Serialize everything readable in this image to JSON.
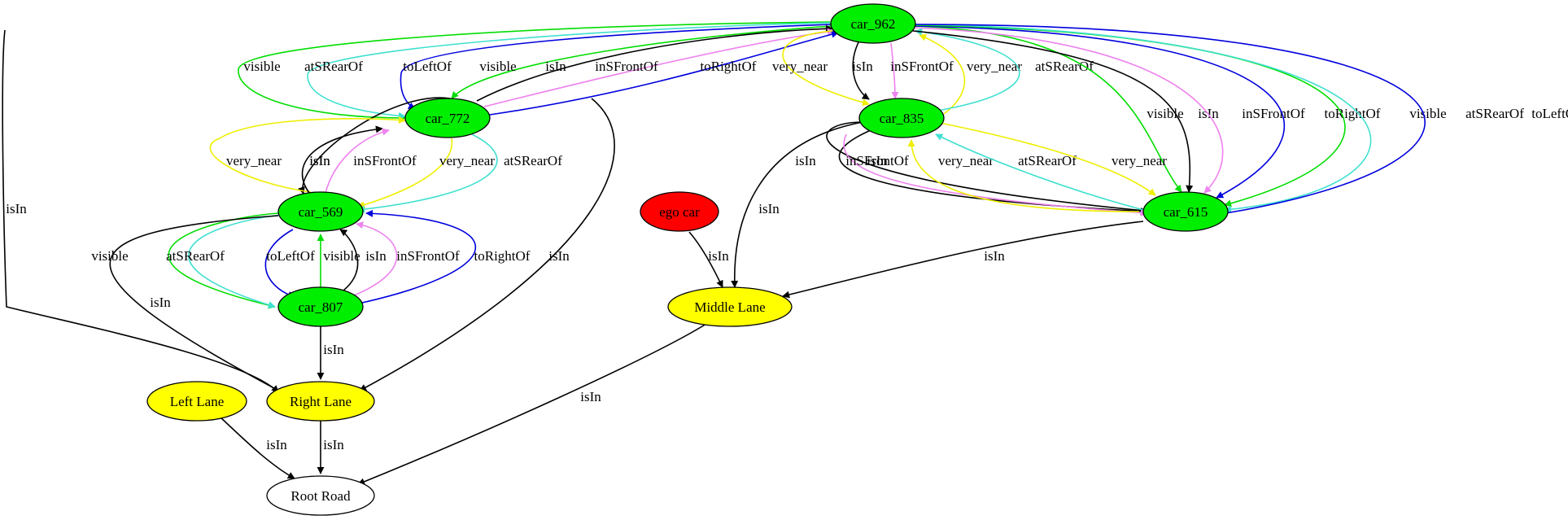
{
  "colors": {
    "green": "#00ee00",
    "red": "#ff0000",
    "yellow": "#ffff00",
    "white": "#ffffff",
    "black": "#000000",
    "blue": "#0000dd",
    "edge_green": "#00dd00",
    "turquoise": "#40e0d0",
    "violet": "#ee82ee",
    "edge_yellow": "#eeee00"
  },
  "nodes": [
    {
      "id": "car_962",
      "label": "car_962",
      "fill": "green"
    },
    {
      "id": "car_772",
      "label": "car_772",
      "fill": "green"
    },
    {
      "id": "car_835",
      "label": "car_835",
      "fill": "green"
    },
    {
      "id": "car_569",
      "label": "car_569",
      "fill": "green"
    },
    {
      "id": "car_615",
      "label": "car_615",
      "fill": "green"
    },
    {
      "id": "ego_car",
      "label": "ego car",
      "fill": "red"
    },
    {
      "id": "car_807",
      "label": "car_807",
      "fill": "green"
    },
    {
      "id": "middle_lane",
      "label": "Middle Lane",
      "fill": "yellow"
    },
    {
      "id": "left_lane",
      "label": "Left Lane",
      "fill": "yellow"
    },
    {
      "id": "right_lane",
      "label": "Right Lane",
      "fill": "yellow"
    },
    {
      "id": "root_road",
      "label": "Root Road",
      "fill": "white"
    }
  ],
  "edges": [
    {
      "id": "e01",
      "label": "visible",
      "color": "edge_green"
    },
    {
      "id": "e02",
      "label": "atSRearOf",
      "color": "turquoise"
    },
    {
      "id": "e03",
      "label": "toLeftOf",
      "color": "blue"
    },
    {
      "id": "e04",
      "label": "visible",
      "color": "edge_green"
    },
    {
      "id": "e05",
      "label": "isIn",
      "color": "black"
    },
    {
      "id": "e06",
      "label": "inSFrontOf",
      "color": "violet"
    },
    {
      "id": "e07",
      "label": "toRightOf",
      "color": "blue"
    },
    {
      "id": "e08",
      "label": "very_near",
      "color": "edge_yellow"
    },
    {
      "id": "e09",
      "label": "isIn",
      "color": "black"
    },
    {
      "id": "e10",
      "label": "inSFrontOf",
      "color": "violet"
    },
    {
      "id": "e11",
      "label": "very_near",
      "color": "edge_yellow"
    },
    {
      "id": "e12",
      "label": "atSRearOf",
      "color": "turquoise"
    },
    {
      "id": "e13",
      "label": "visible",
      "color": "edge_green"
    },
    {
      "id": "e14",
      "label": "isIn",
      "color": "black"
    },
    {
      "id": "e15",
      "label": "inSFrontOf",
      "color": "violet"
    },
    {
      "id": "e16",
      "label": "toRightOf",
      "color": "blue"
    },
    {
      "id": "e17",
      "label": "visible",
      "color": "edge_green"
    },
    {
      "id": "e18",
      "label": "atSRearOf",
      "color": "turquoise"
    },
    {
      "id": "e19",
      "label": "toLeftOf",
      "color": "blue"
    },
    {
      "id": "e20",
      "label": "isIn",
      "color": "black"
    },
    {
      "id": "e21",
      "label": "very_near",
      "color": "edge_yellow"
    },
    {
      "id": "e22",
      "label": "isIn",
      "color": "black"
    },
    {
      "id": "e23",
      "label": "inSFrontOf",
      "color": "violet"
    },
    {
      "id": "e24",
      "label": "very_near",
      "color": "edge_yellow"
    },
    {
      "id": "e25",
      "label": "atSRearOf",
      "color": "turquoise"
    },
    {
      "id": "e26",
      "label": "isIn",
      "color": "black"
    },
    {
      "id": "e27",
      "label": "isIn",
      "color": "black"
    },
    {
      "id": "e28",
      "label": "inSFrontOf",
      "color": "violet"
    },
    {
      "id": "e29",
      "label": "very_near",
      "color": "edge_yellow"
    },
    {
      "id": "e30",
      "label": "atSRearOf",
      "color": "turquoise"
    },
    {
      "id": "e31",
      "label": "very_near",
      "color": "edge_yellow"
    },
    {
      "id": "e32",
      "label": "isIn",
      "color": "black"
    },
    {
      "id": "e33",
      "label": "isIn",
      "color": "black"
    },
    {
      "id": "e34",
      "label": "visible",
      "color": "edge_green"
    },
    {
      "id": "e35",
      "label": "atSRearOf",
      "color": "turquoise"
    },
    {
      "id": "e36",
      "label": "isIn",
      "color": "black"
    },
    {
      "id": "e37",
      "label": "toLeftOf",
      "color": "blue"
    },
    {
      "id": "e38",
      "label": "visible",
      "color": "edge_green"
    },
    {
      "id": "e39",
      "label": "isIn",
      "color": "black"
    },
    {
      "id": "e40",
      "label": "inSFrontOf",
      "color": "violet"
    },
    {
      "id": "e41",
      "label": "toRightOf",
      "color": "blue"
    },
    {
      "id": "e42",
      "label": "isIn",
      "color": "black"
    },
    {
      "id": "e43",
      "label": "isIn",
      "color": "black"
    },
    {
      "id": "e44",
      "label": "isIn",
      "color": "black"
    },
    {
      "id": "e45",
      "label": "isIn",
      "color": "black"
    }
  ]
}
